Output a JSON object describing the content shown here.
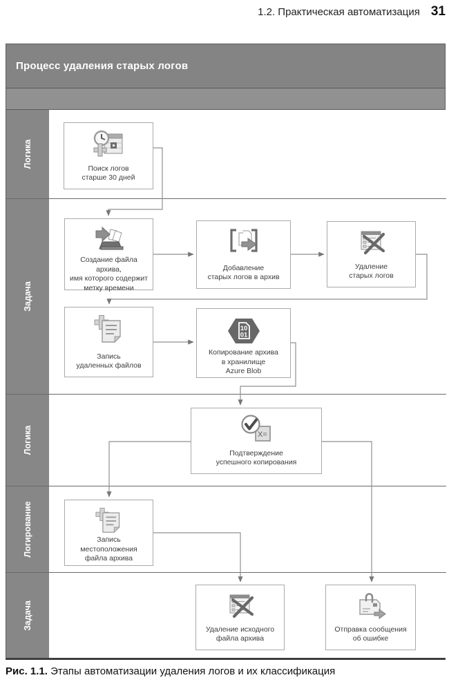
{
  "page_header": {
    "chapter": "1.2. Практическая автоматизация",
    "page_number": "31"
  },
  "diagram": {
    "title": "Процесс удаления старых логов",
    "lanes": [
      {
        "label": "Логика"
      },
      {
        "label": "Задача"
      },
      {
        "label": "Логика"
      },
      {
        "label": "Логирование"
      },
      {
        "label": "Задача"
      }
    ],
    "nodes": [
      {
        "label": "Поиск логов\nстарше 30 дней",
        "icon": "clock-calendar"
      },
      {
        "label": "Создание файла архива,\nимя которого содержит\nметку времени",
        "icon": "archive-create"
      },
      {
        "label": "Добавление\nстарых логов в архив",
        "icon": "add-to-archive"
      },
      {
        "label": "Удаление\nстарых логов",
        "icon": "delete-log"
      },
      {
        "label": "Запись\nудаленных файлов",
        "icon": "note-add"
      },
      {
        "label": "Копирование архива\nв хранилище\nAzure Blob",
        "icon": "binary-hexagon"
      },
      {
        "label": "Подтверждение\nуспешного копирования",
        "icon": "check-confirm"
      },
      {
        "label": "Запись\nместоположения\nфайла архива",
        "icon": "note-add"
      },
      {
        "label": "Удаление исходного\nфайла архива",
        "icon": "delete-log"
      },
      {
        "label": "Отправка сообщения\nоб ошибке",
        "icon": "send-message"
      }
    ],
    "icon_text": {
      "binary_line1": "10",
      "binary_line2": "01",
      "formula": "X="
    },
    "colors": {
      "band_gray": "#848484",
      "sub_band_gray": "#919191",
      "lane_label_gray": "#878787",
      "box_border": "#a9a9a9",
      "connector": "#8f8f8f",
      "hexagon": "#666666"
    }
  },
  "caption": {
    "prefix": "Рис. 1.1.",
    "text": "Этапы автоматизации удаления логов и их классификация"
  }
}
